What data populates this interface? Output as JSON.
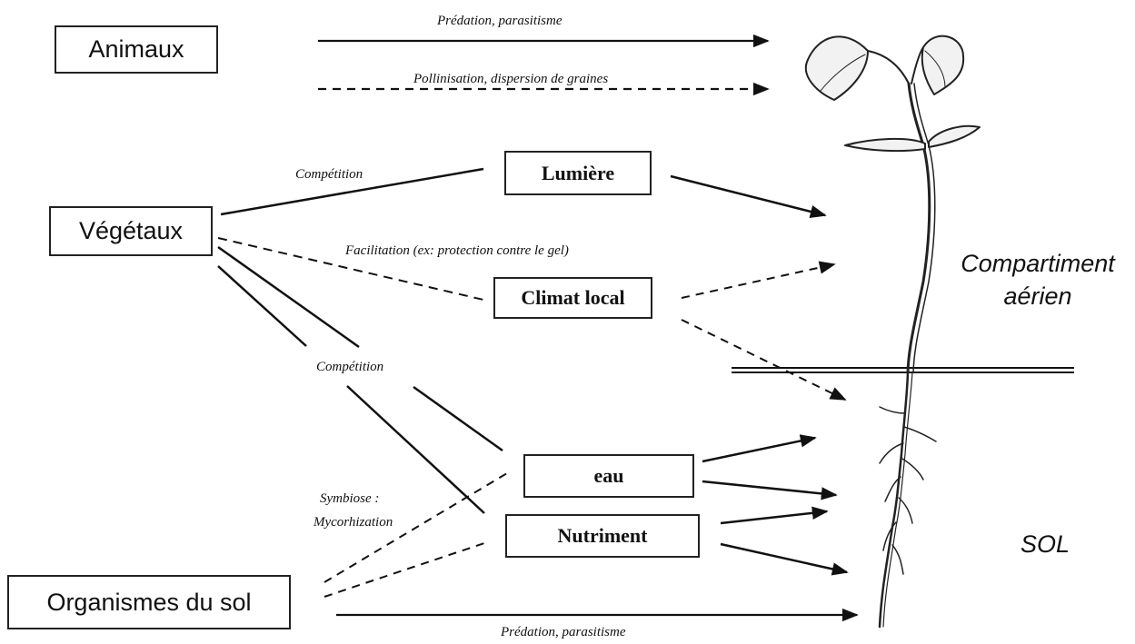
{
  "boxes": {
    "animaux": "Animaux",
    "vegetaux": "Végétaux",
    "organismes_du_sol": "Organismes du sol",
    "lumiere": "Lumière",
    "climat_local": "Climat local",
    "eau": "eau",
    "nutriment": "Nutriment"
  },
  "labels": {
    "predation_top": "Prédation, parasitisme",
    "pollinisation": "Pollinisation, dispersion de graines",
    "competition_top": "Compétition",
    "facilitation": "Facilitation (ex: protection contre le gel)",
    "competition_mid": "Compétition",
    "symbiose_line1": "Symbiose :",
    "symbiose_line2": "Mycorhization",
    "predation_bottom": "Prédation, parasitisme"
  },
  "compartments": {
    "aerien_line1": "Compartiment",
    "aerien_line2": "aérien",
    "sol": "SOL"
  },
  "colors": {
    "ink": "#111111",
    "leaf": "#f2f2f2"
  },
  "icons": {
    "plant": "bean-seedling-illustration"
  }
}
